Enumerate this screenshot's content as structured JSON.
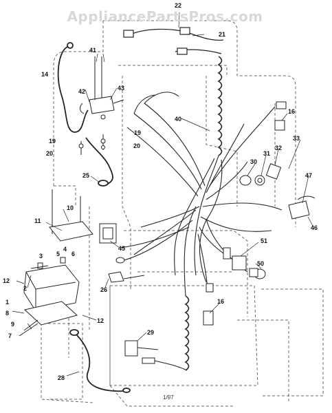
{
  "watermark": "AppliancePartsPros.com",
  "footer_code": "1/97",
  "callouts": {
    "c22": "22",
    "c21": "21",
    "c41": "41",
    "c14": "14",
    "c42": "42",
    "c43": "43",
    "c40": "40",
    "c16a": "16",
    "c19a": "19",
    "c19b": "19",
    "c20a": "20",
    "c20b": "20",
    "c33": "33",
    "c32": "32",
    "c31": "31",
    "c30": "30",
    "c25": "25",
    "c47": "47",
    "c10": "10",
    "c46": "46",
    "c11": "11",
    "c45": "45",
    "c51": "51",
    "c3": "3",
    "c4": "4",
    "c5": "5",
    "c6": "6",
    "c50": "50",
    "c12a": "12",
    "c2": "2",
    "c26": "26",
    "c1": "1",
    "c16b": "16",
    "c8": "8",
    "c12b": "12",
    "c9": "9",
    "c7": "7",
    "c29": "29",
    "c28": "28"
  }
}
